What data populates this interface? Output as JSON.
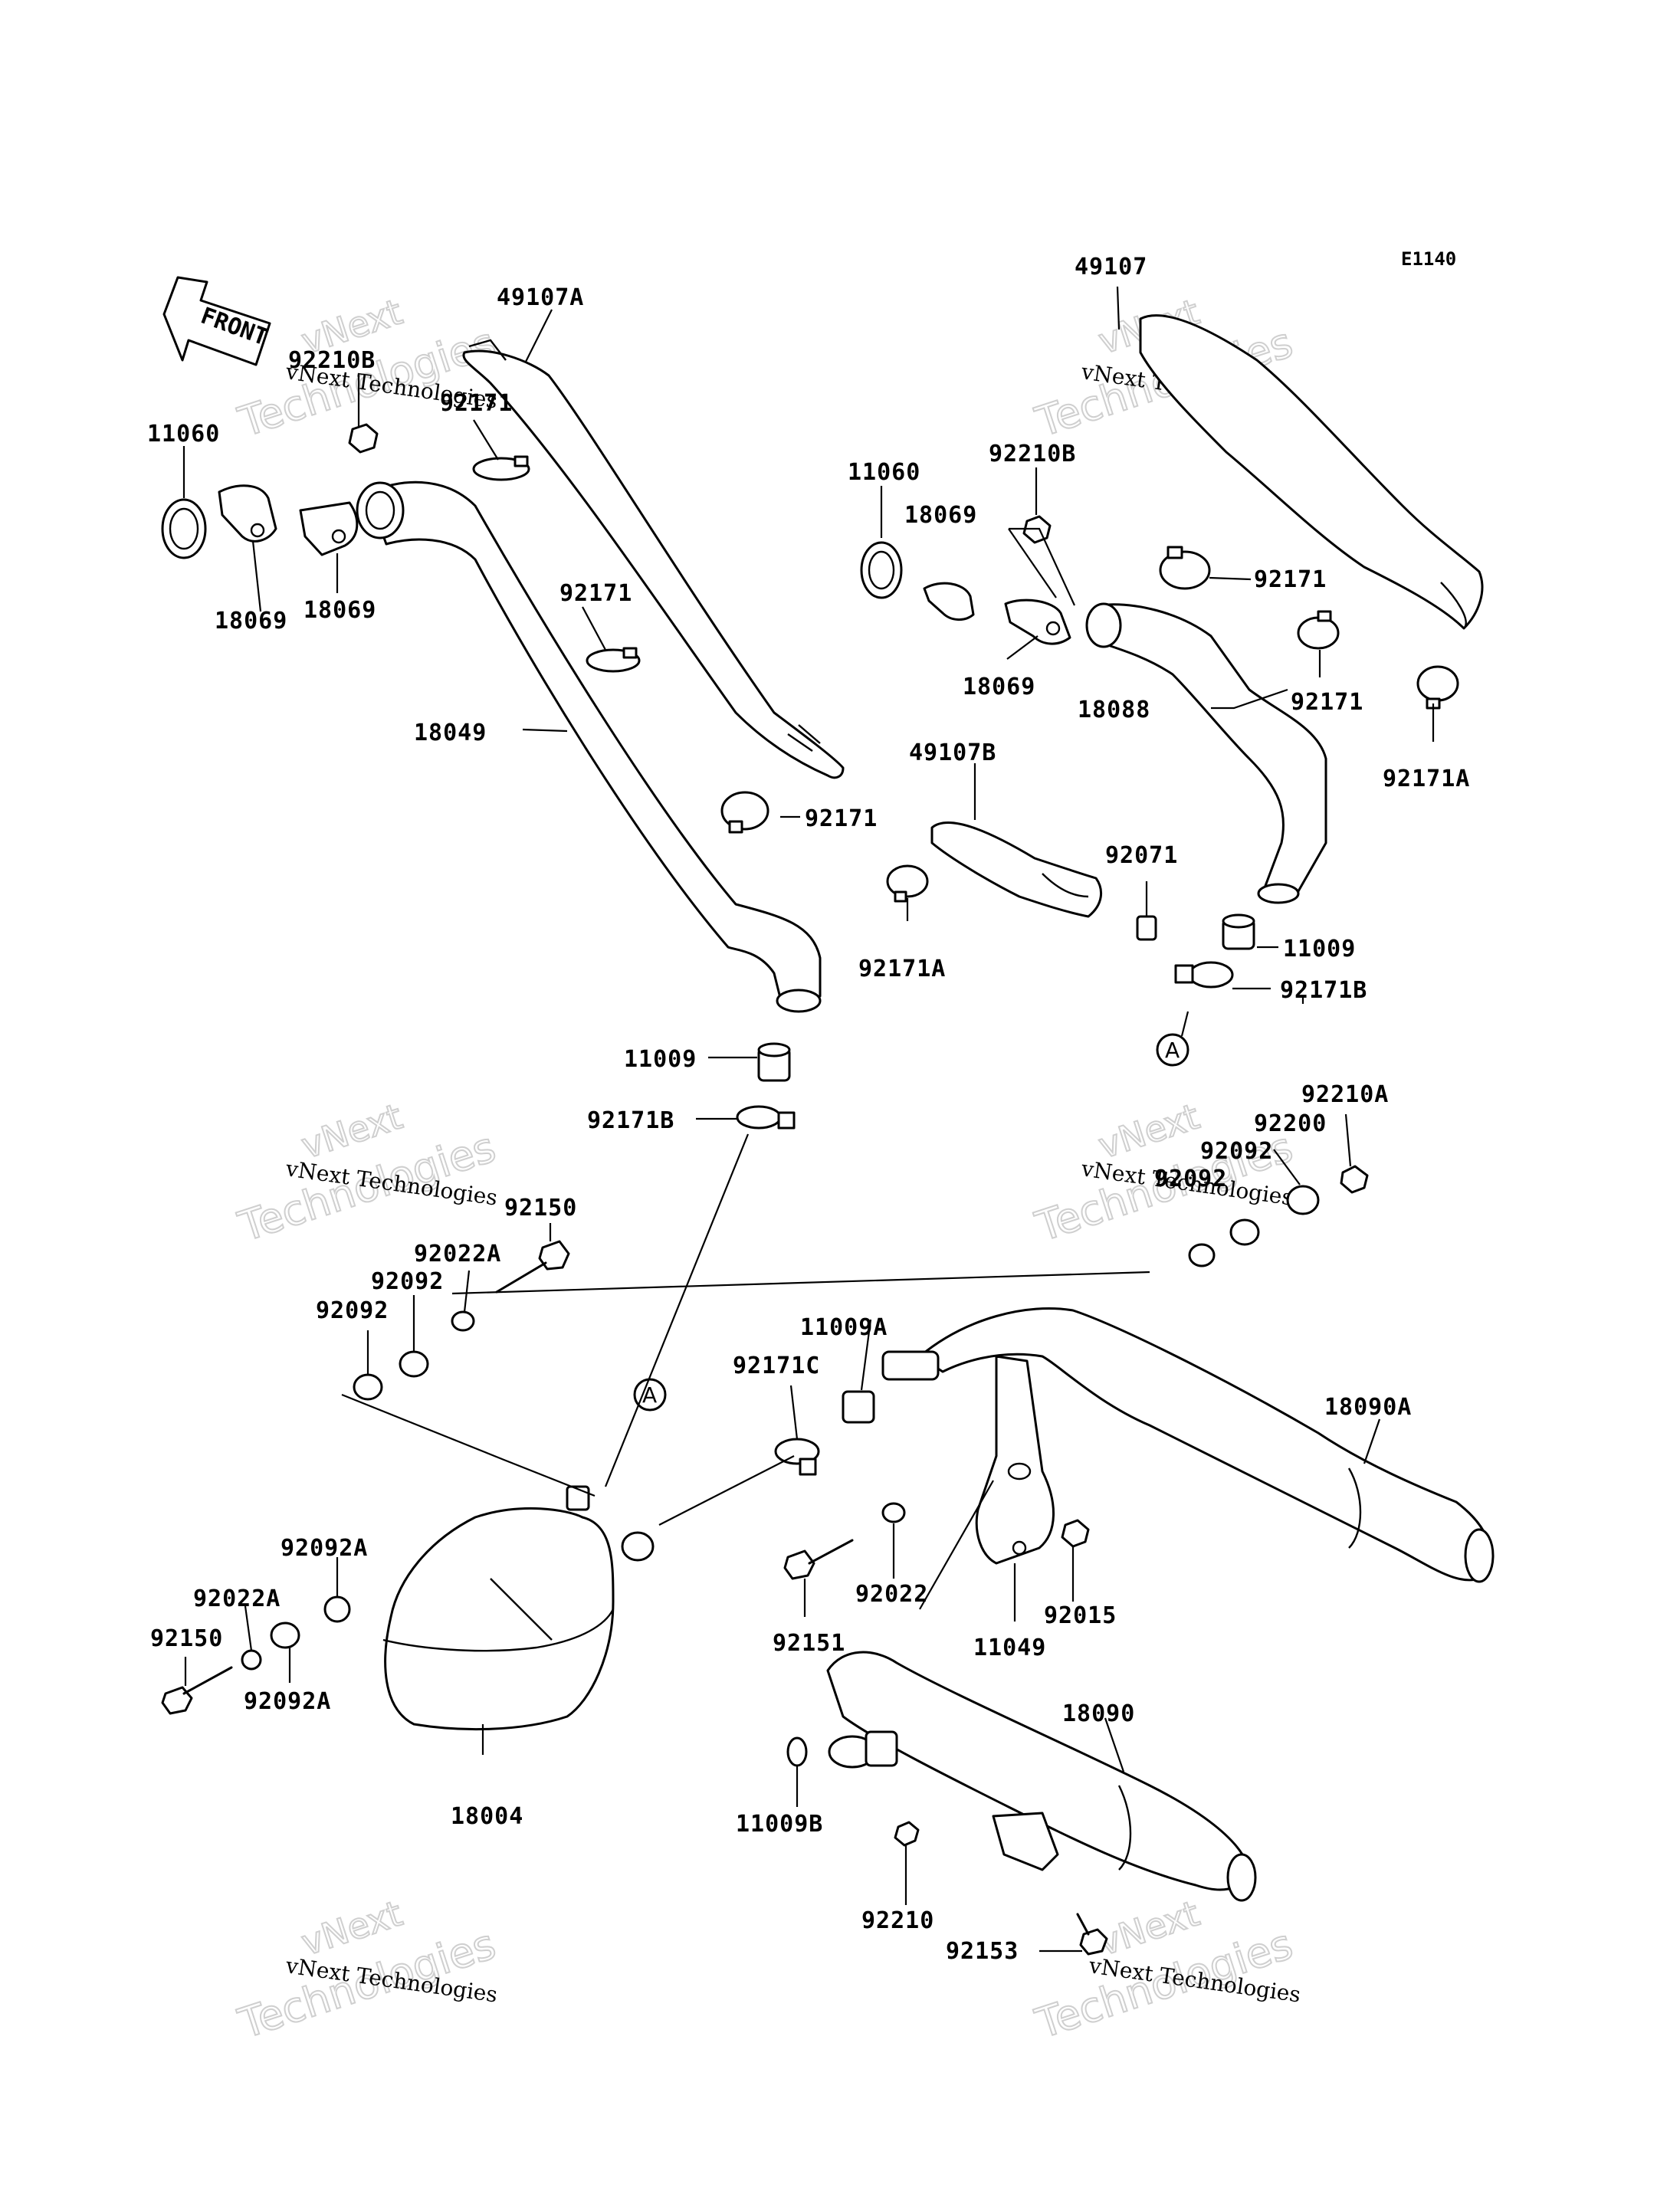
{
  "diagram": {
    "code": "E1140",
    "direction_label": "FRONT",
    "reference_mark": "A",
    "watermark": {
      "line1": "vNext",
      "line2": "vNext Technologies",
      "line3": "Technologies"
    }
  },
  "parts": {
    "p49107A": "49107A",
    "p49107": "49107",
    "p92210B_l": "92210B",
    "p92171_l1": "92171",
    "p11060_l": "11060",
    "p18069_l1": "18069",
    "p18069_l2": "18069",
    "p92171_l2": "92171",
    "p18049": "18049",
    "p92171_l3": "92171",
    "p11009_l": "11009",
    "p92171B_l": "92171B",
    "p11060_r": "11060",
    "p92210B_r": "92210B",
    "p18069_r1": "18069",
    "p18069_r2": "18069",
    "p92171_r1": "92171",
    "p92171_r2": "92171",
    "p18088": "18088",
    "p92171A_r": "92171A",
    "p49107B": "49107B",
    "p92071": "92071",
    "p92171A_m": "92171A",
    "p11009_r": "11009",
    "p92171B_r": "92171B",
    "p92210A": "92210A",
    "p92200": "92200",
    "p92092_r1": "92092",
    "p92092_r2": "92092",
    "p92150_l": "92150",
    "p92022A_l": "92022A",
    "p92092_l1": "92092",
    "p92092_l2": "92092",
    "p11009A": "11009A",
    "p92171C": "92171C",
    "p18090A": "18090A",
    "p92092A_1": "92092A",
    "p92022A_b": "92022A",
    "p92150_b": "92150",
    "p92092A_2": "92092A",
    "p18004": "18004",
    "p92151": "92151",
    "p92022": "92022",
    "p11049": "11049",
    "p92015": "92015",
    "p18090": "18090",
    "p11009B": "11009B",
    "p92210": "92210",
    "p92153": "92153"
  }
}
